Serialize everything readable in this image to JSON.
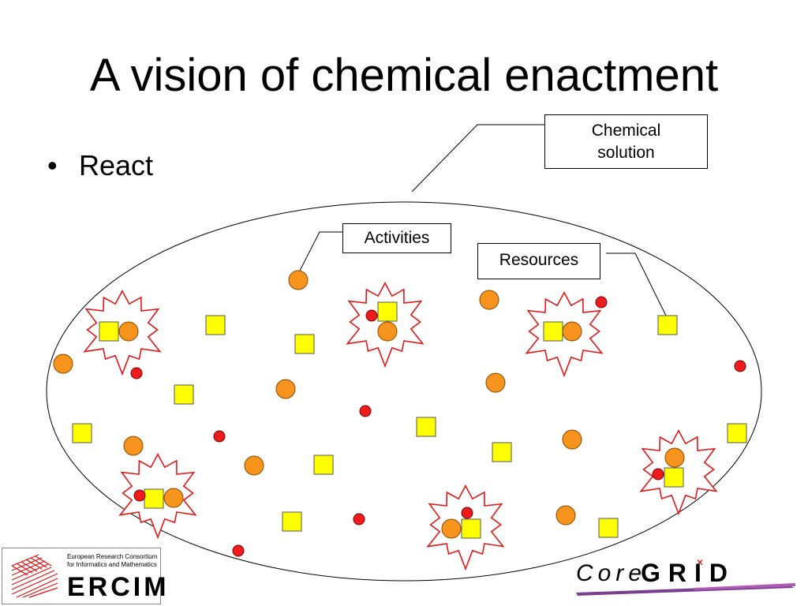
{
  "slide": {
    "title": "A vision of chemical enactment",
    "bullets": [
      "React"
    ]
  },
  "labels": {
    "chemical_solution": [
      "Chemical",
      "solution"
    ],
    "activities": "Activities",
    "resources": "Resources"
  },
  "logos": {
    "ercim": {
      "subtitle_line1": "European Research Consortium",
      "subtitle_line2": "for Informatics and Mathematics",
      "name": "ERCIM"
    },
    "coregrid": {
      "core": "Core",
      "grid": "GRID"
    }
  },
  "colors": {
    "activity": "#f7941d",
    "resource": "#ffff00",
    "catalyst": "#ee1c1c",
    "reaction_star": "#e01818"
  }
}
